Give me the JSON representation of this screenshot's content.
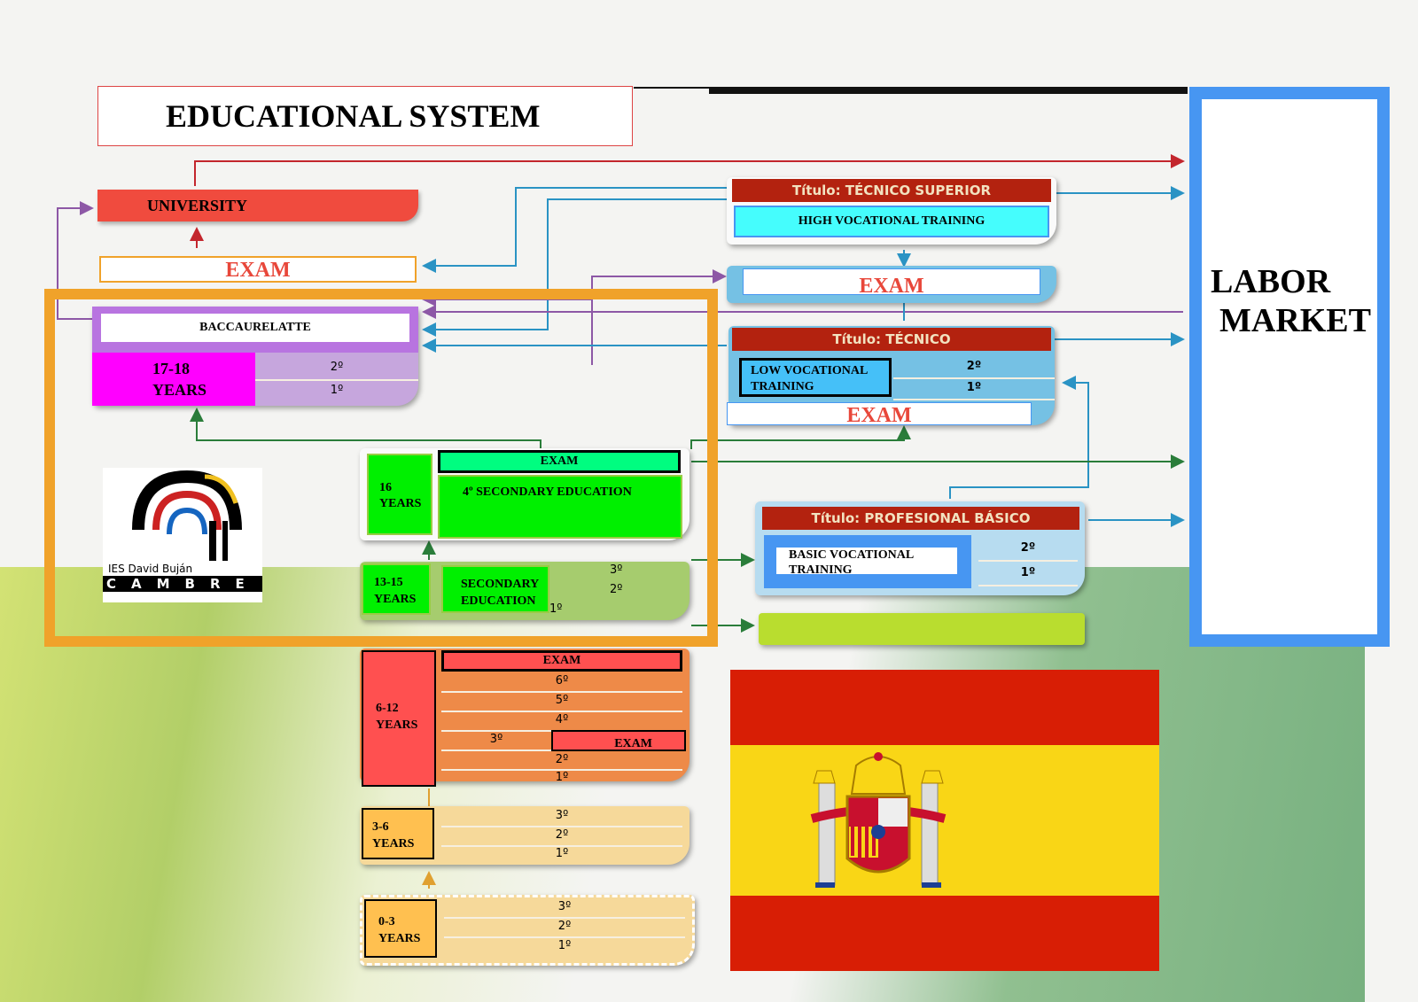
{
  "title": "EDUCATIONAL SYSTEM",
  "labor_market": [
    "LABOR",
    "MARKET"
  ],
  "university": "UNIVERSITY",
  "exam": "EXAM",
  "baccalaureate": {
    "label": "BACCAURELATTE",
    "age": [
      "17-18",
      "YEARS"
    ],
    "courses": [
      "2º",
      "1º"
    ]
  },
  "tecnico_superior": {
    "title": "Título: TÉCNICO SUPERIOR",
    "label": "HIGH VOCATIONAL TRAINING"
  },
  "tecnico": {
    "title": "Título: TÉCNICO",
    "label": [
      "LOW VOCATIONAL",
      "TRAINING"
    ],
    "courses": [
      "2º",
      "1º"
    ]
  },
  "profesional_basico": {
    "title": "Título: PROFESIONAL BÁSICO",
    "label": [
      "BASIC VOCATIONAL",
      "TRAINING"
    ],
    "courses": [
      "2º",
      "1º"
    ]
  },
  "fourth_secondary": {
    "age": [
      "16",
      "YEARS"
    ],
    "label": "4º SECONDARY EDUCATION"
  },
  "secondary": {
    "age": [
      "13-15",
      "YEARS"
    ],
    "label": [
      "SECONDARY",
      "EDUCATION"
    ],
    "courses": [
      "3º",
      "2º",
      "1º"
    ]
  },
  "primary": {
    "age": [
      "6-12",
      "YEARS"
    ],
    "courses": [
      "6º",
      "5º",
      "4º",
      "3º",
      "2º",
      "1º"
    ]
  },
  "infant": {
    "age": [
      "3-6",
      "YEARS"
    ],
    "courses": [
      "3º",
      "2º",
      "1º"
    ]
  },
  "nursery": {
    "age": [
      "0-3",
      "YEARS"
    ],
    "courses": [
      "3º",
      "2º",
      "1º"
    ]
  },
  "logo": {
    "school": "IES  David Buján",
    "town": "CAMBRE"
  },
  "colors": {
    "orange_frame": "#f0a22a",
    "labor_blue": "#4796f2",
    "flag_red": "#d81e05",
    "flag_yellow": "#f9d616"
  }
}
